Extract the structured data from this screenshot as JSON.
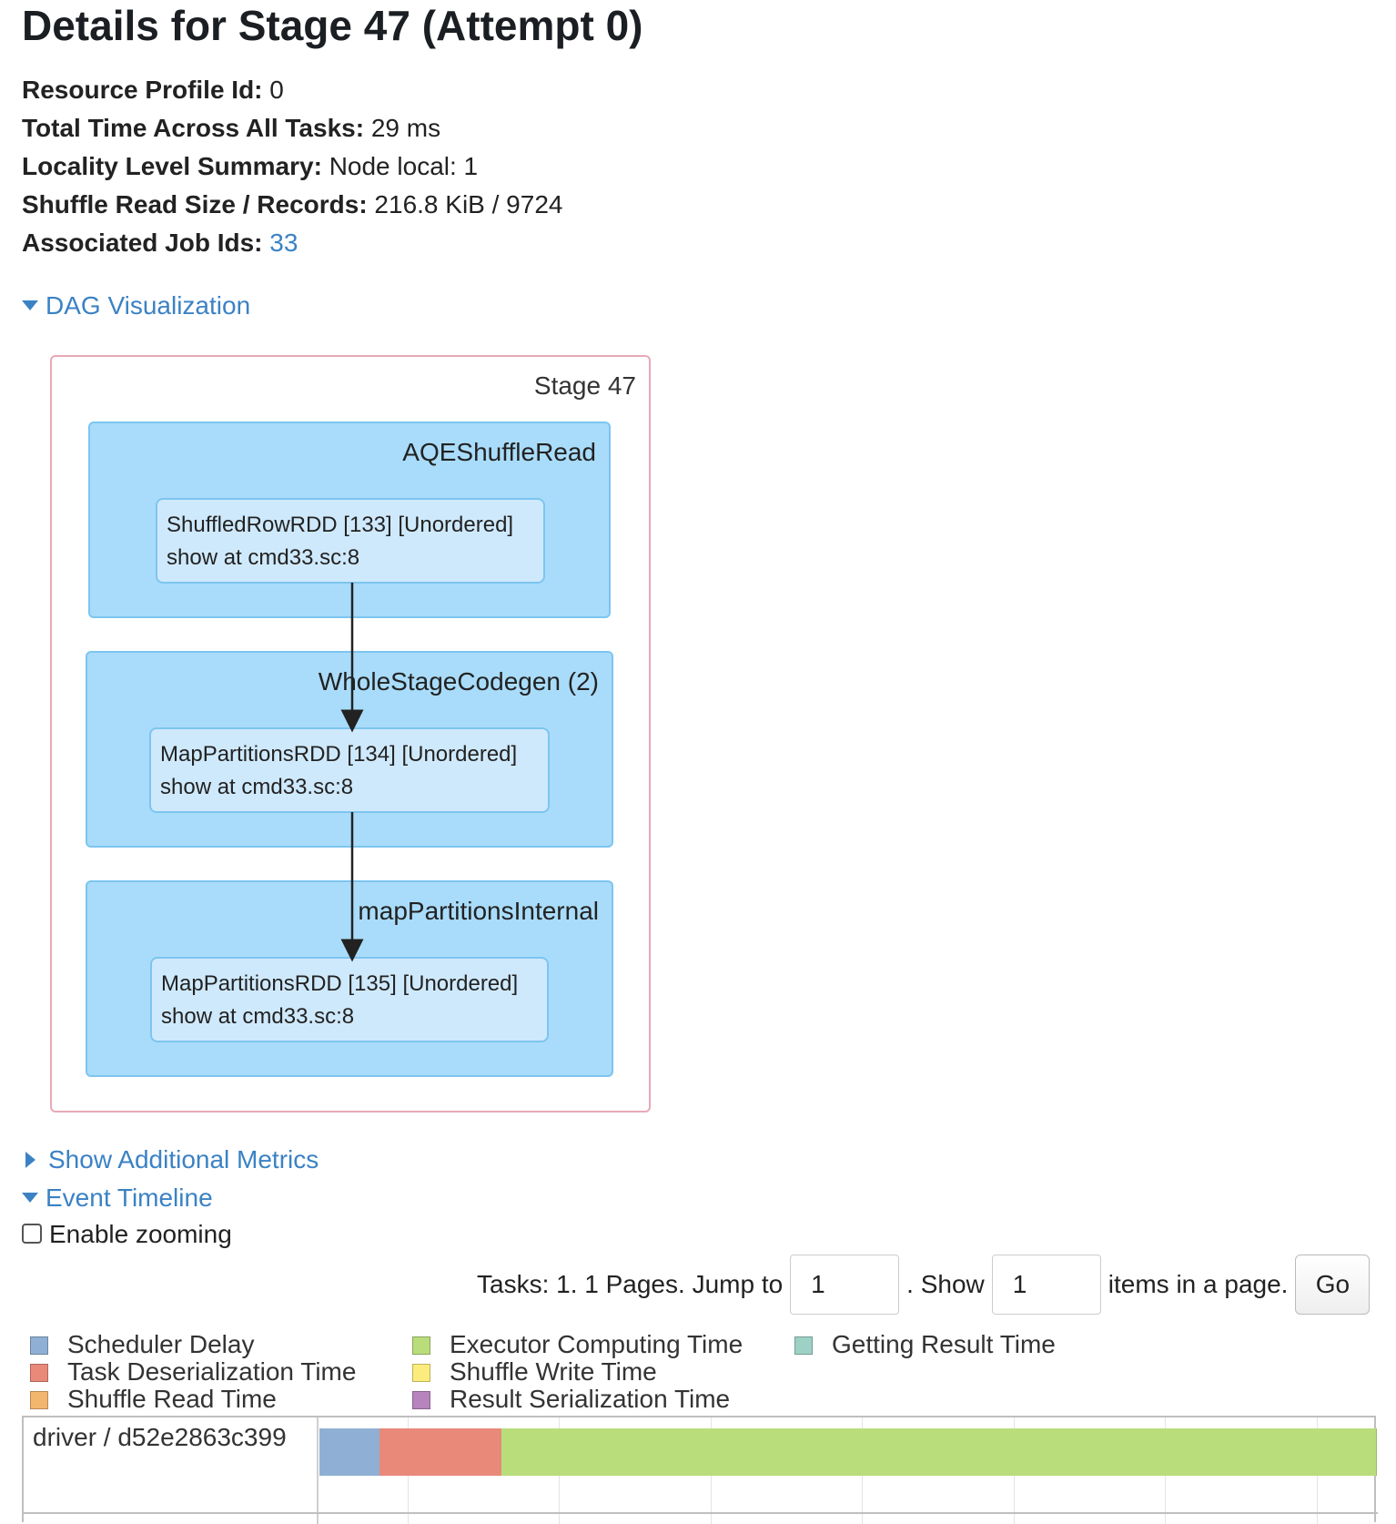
{
  "page": {
    "title": "Details for Stage 47 (Attempt 0)"
  },
  "summary": {
    "resource_profile_label": "Resource Profile Id:",
    "resource_profile_value": "0",
    "total_time_label": "Total Time Across All Tasks:",
    "total_time_value": "29 ms",
    "locality_label": "Locality Level Summary:",
    "locality_value": "Node local: 1",
    "shuffle_read_label": "Shuffle Read Size / Records:",
    "shuffle_read_value": "216.8 KiB / 9724",
    "job_ids_label": "Associated Job Ids:",
    "job_ids_value": "33"
  },
  "dag": {
    "toggle_label": "DAG Visualization",
    "stage_label": "Stage 47",
    "clusters": [
      {
        "label": "AQEShuffleRead",
        "rdd_line1": "ShuffledRowRDD [133] [Unordered]",
        "rdd_line2": "show at cmd33.sc:8"
      },
      {
        "label": "WholeStageCodegen (2)",
        "rdd_line1": "MapPartitionsRDD [134] [Unordered]",
        "rdd_line2": "show at cmd33.sc:8"
      },
      {
        "label": "mapPartitionsInternal",
        "rdd_line1": "MapPartitionsRDD [135] [Unordered]",
        "rdd_line2": "show at cmd33.sc:8"
      }
    ]
  },
  "toggles": {
    "additional_metrics": "Show Additional Metrics",
    "event_timeline": "Event Timeline"
  },
  "timeline_controls": {
    "enable_zooming": "Enable zooming",
    "tasks_text": "Tasks: 1. 1 Pages. Jump to",
    "jump_value": "1",
    "show_text": ". Show",
    "show_value": "1",
    "items_text": "items in a page.",
    "go_label": "Go"
  },
  "legend": {
    "items": [
      {
        "label": "Scheduler Delay",
        "color": "#8fb0d4"
      },
      {
        "label": "Task Deserialization Time",
        "color": "#e8897a"
      },
      {
        "label": "Shuffle Read Time",
        "color": "#f2b66e"
      },
      {
        "label": "Executor Computing Time",
        "color": "#b9dd7b"
      },
      {
        "label": "Shuffle Write Time",
        "color": "#fbec7d"
      },
      {
        "label": "Result Serialization Time",
        "color": "#b784bd"
      },
      {
        "label": "Getting Result Time",
        "color": "#9dd1c5"
      }
    ]
  },
  "timeline": {
    "executor_label": "driver / d52e2863c399",
    "segments": [
      {
        "name": "Scheduler Delay",
        "fraction": 0.057,
        "color": "#8fb0d4"
      },
      {
        "name": "Task Deserialization Time",
        "fraction": 0.115,
        "color": "#e8897a"
      },
      {
        "name": "Executor Computing Time",
        "fraction": 0.828,
        "color": "#b9dd7b"
      }
    ]
  }
}
